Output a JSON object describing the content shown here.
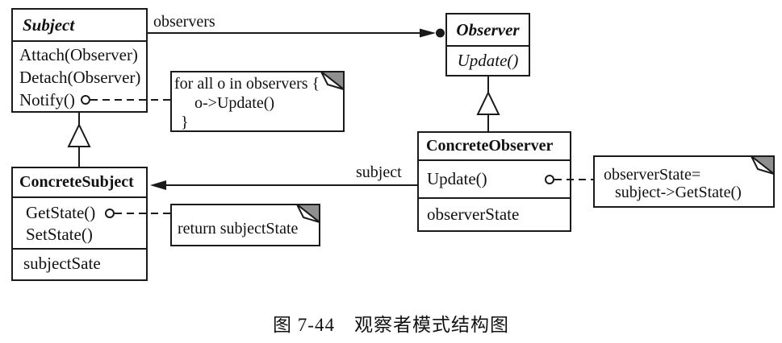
{
  "classes": {
    "subject": {
      "name": "Subject",
      "operations": [
        "Attach(Observer)",
        "Detach(Observer)",
        "Notify()"
      ]
    },
    "observer": {
      "name": "Observer",
      "operations": [
        "Update()"
      ]
    },
    "concrete_subject": {
      "name": "ConcreteSubject",
      "operations": [
        "GetState()",
        "SetState()"
      ],
      "attributes": [
        "subjectSate"
      ]
    },
    "concrete_observer": {
      "name": "ConcreteObserver",
      "operations": [
        "Update()"
      ],
      "attributes": [
        "observerState"
      ]
    }
  },
  "notes": {
    "notify": {
      "line1": "for all o in observers {",
      "line2": "o->Update()",
      "line3": "}"
    },
    "getstate": {
      "line1": "return subjectState"
    },
    "update": {
      "line1": "observerState=",
      "line2": "subject->GetState()"
    }
  },
  "edges": {
    "observers_label": "observers",
    "subject_label": "subject"
  },
  "caption": "图 7-44　观察者模式结构图",
  "colors": {
    "line": "#1a1a1a",
    "note_fold": "#8f8f8f",
    "background": "#ffffff"
  }
}
